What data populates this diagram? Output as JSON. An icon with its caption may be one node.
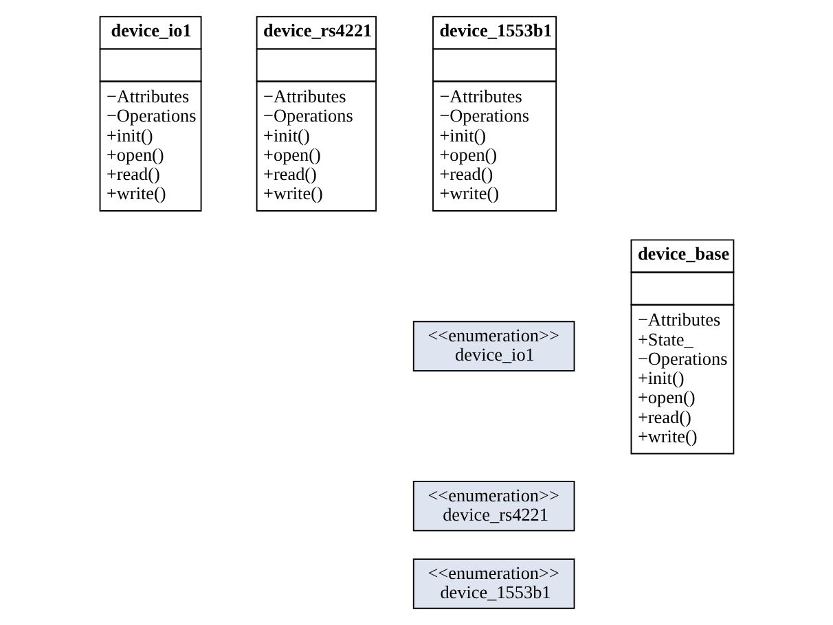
{
  "diagram": {
    "nodes": [
      {
        "text": [
          "device_io1",
          "−Attributes",
          "−Operations",
          "+init()",
          "+open()",
          "+read()",
          "+write()"
        ]
      },
      {
        "text": [
          "device_rs4221",
          "−Attributes",
          "−Operations",
          "+init()",
          "+open()",
          "+read()",
          "+write()"
        ]
      },
      {
        "text": [
          "device_1553b1",
          "−Attributes",
          "−Operations",
          "+init()",
          "+open()",
          "+read()",
          "+write()"
        ]
      },
      {
        "text": [
          "device_base",
          "−Attributes",
          "+State_",
          "−Operations",
          "+init()",
          "+open()",
          "+read()",
          "+write()"
        ]
      },
      {
        "text": [
          "<<enumeration>>",
          "device_io1"
        ]
      },
      {
        "text": [
          "<<enumeration>>",
          "device_rs4221"
        ]
      },
      {
        "text": [
          "<<enumeration>>",
          "device_1553b1"
        ]
      }
    ]
  }
}
